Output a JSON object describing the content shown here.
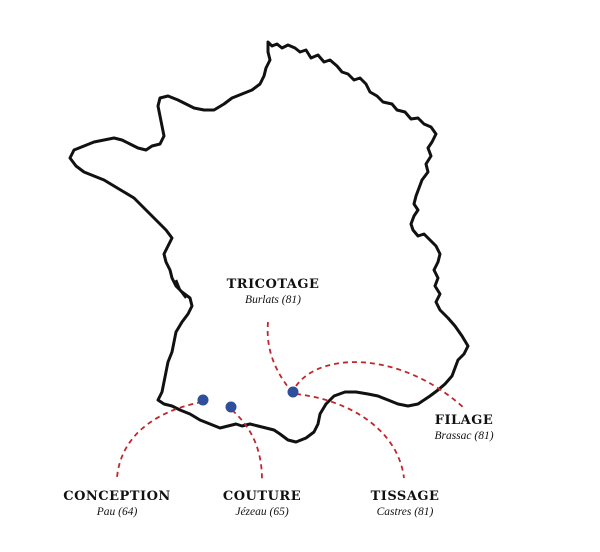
{
  "colors": {
    "outline": "#111111",
    "dot": "#2f4f9a",
    "connector": "#c0262b"
  },
  "map": {
    "country_shape": "france-outline",
    "sites": [
      {
        "step": "TRICOTAGE",
        "place": "Burlats (81)"
      },
      {
        "step": "FILAGE",
        "place": "Brassac (81)"
      },
      {
        "step": "CONCEPTION",
        "place": "Pau (64)"
      },
      {
        "step": "COUTURE",
        "place": "Jézeau (65)"
      },
      {
        "step": "TISSAGE",
        "place": "Castres (81)"
      }
    ]
  }
}
